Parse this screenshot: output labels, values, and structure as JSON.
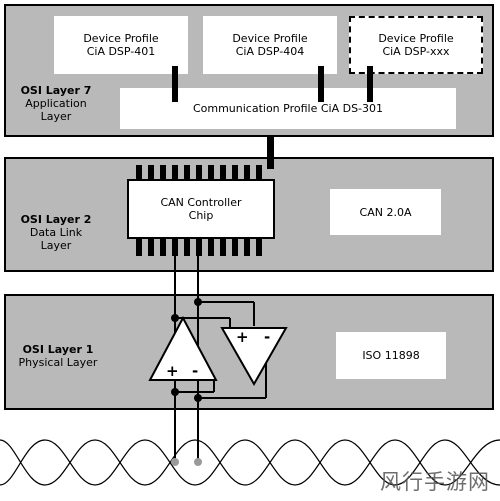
{
  "layer7": {
    "title": "OSI Layer 7",
    "sub1": "Application",
    "sub2": "Layer",
    "profiles": [
      {
        "line1": "Device Profile",
        "line2": "CiA DSP-401"
      },
      {
        "line1": "Device Profile",
        "line2": "CiA DSP-404"
      },
      {
        "line1": "Device Profile",
        "line2": "CiA DSP-xxx"
      }
    ],
    "comm": "Communication Profile CiA DS-301"
  },
  "layer2": {
    "title": "OSI Layer 2",
    "sub1": "Data Link",
    "sub2": "Layer",
    "chip1": "CAN Controller",
    "chip2": "Chip",
    "std": "CAN 2.0A"
  },
  "layer1": {
    "title": "OSI Layer 1",
    "sub1": "Physical Layer",
    "std": "ISO 11898",
    "plus": "+",
    "minus": "-"
  },
  "watermark": "风行手游网"
}
